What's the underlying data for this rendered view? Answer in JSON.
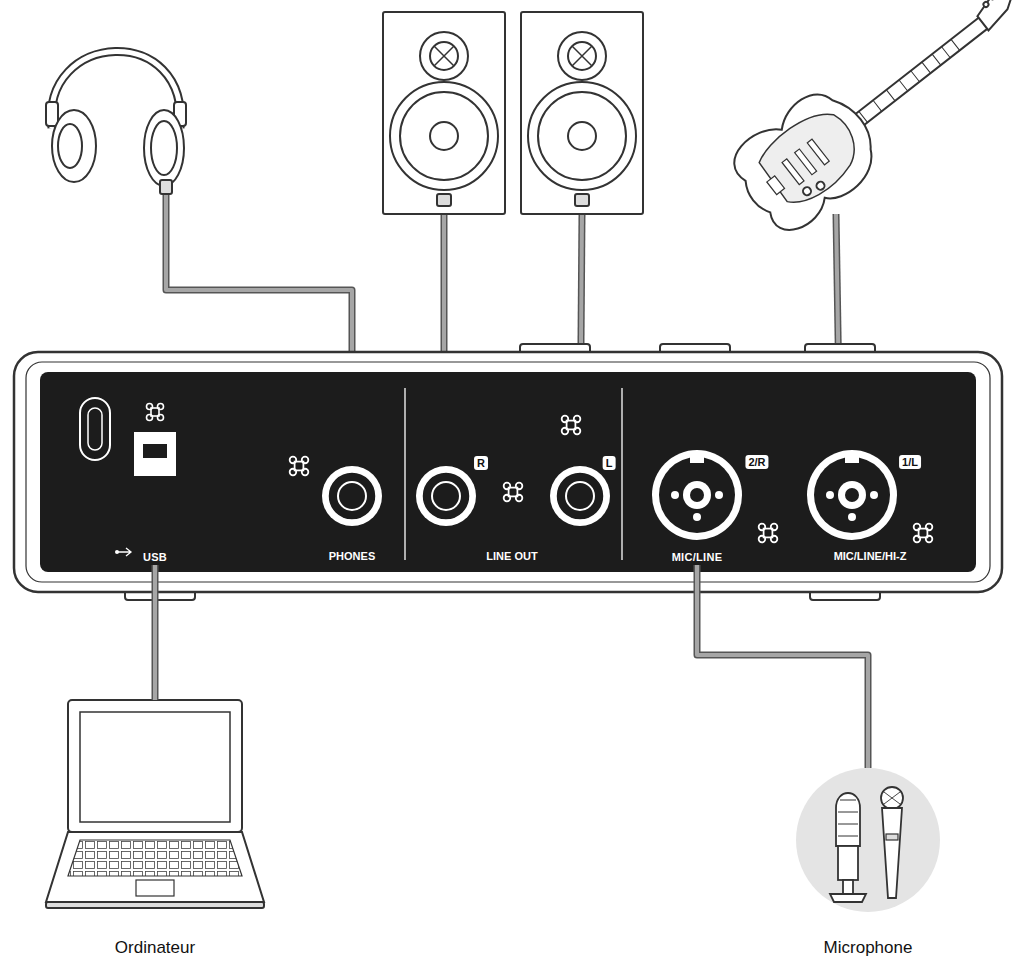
{
  "diagram": {
    "nodes": [
      {
        "text": [
          "USB"
        ]
      },
      {
        "text": [
          "MIC/LINE"
        ]
      },
      {
        "text": [
          "Ordinateur"
        ]
      },
      {
        "text": [
          "Microphone"
        ]
      }
    ],
    "edges": [
      {
        "from": 0,
        "to": 2,
        "arrow": "none"
      },
      {
        "from": 1,
        "to": 3,
        "arrow": "none"
      }
    ],
    "labels": [
      "PHONES",
      "R",
      "L",
      "LINE OUT",
      "2/R",
      "1/L",
      "MIC/LINE/HI-Z"
    ]
  }
}
